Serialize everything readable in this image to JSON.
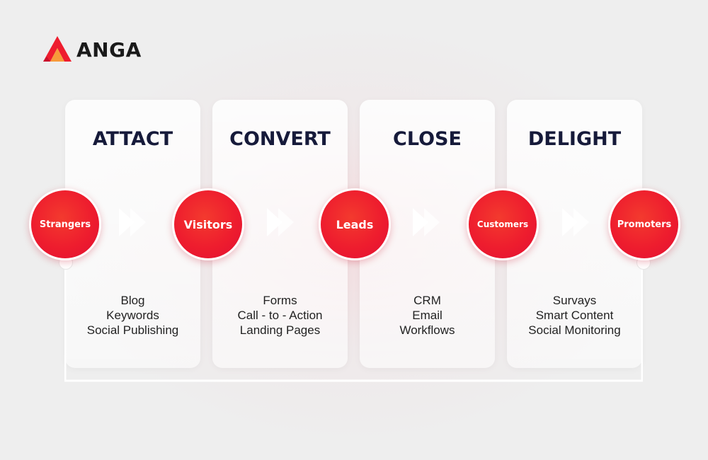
{
  "brand": {
    "name": "ANGA",
    "accent": "#ee1d2e"
  },
  "stages": [
    {
      "title": "ATTACT",
      "items": [
        "Blog",
        "Keywords",
        "Social Publishing"
      ]
    },
    {
      "title": "CONVERT",
      "items": [
        "Forms",
        "Call - to - Action",
        "Landing Pages"
      ]
    },
    {
      "title": "CLOSE",
      "items": [
        "CRM",
        "Email",
        "Workflows"
      ]
    },
    {
      "title": "DELIGHT",
      "items": [
        "Survays",
        "Smart Content",
        "Social Monitoring"
      ]
    }
  ],
  "nodes": [
    "Strangers",
    "Visitors",
    "Leads",
    "Customers",
    "Promoters"
  ],
  "icons": {
    "logo": "anga-logo-icon",
    "arrow": "double-chevron-right-icon"
  }
}
